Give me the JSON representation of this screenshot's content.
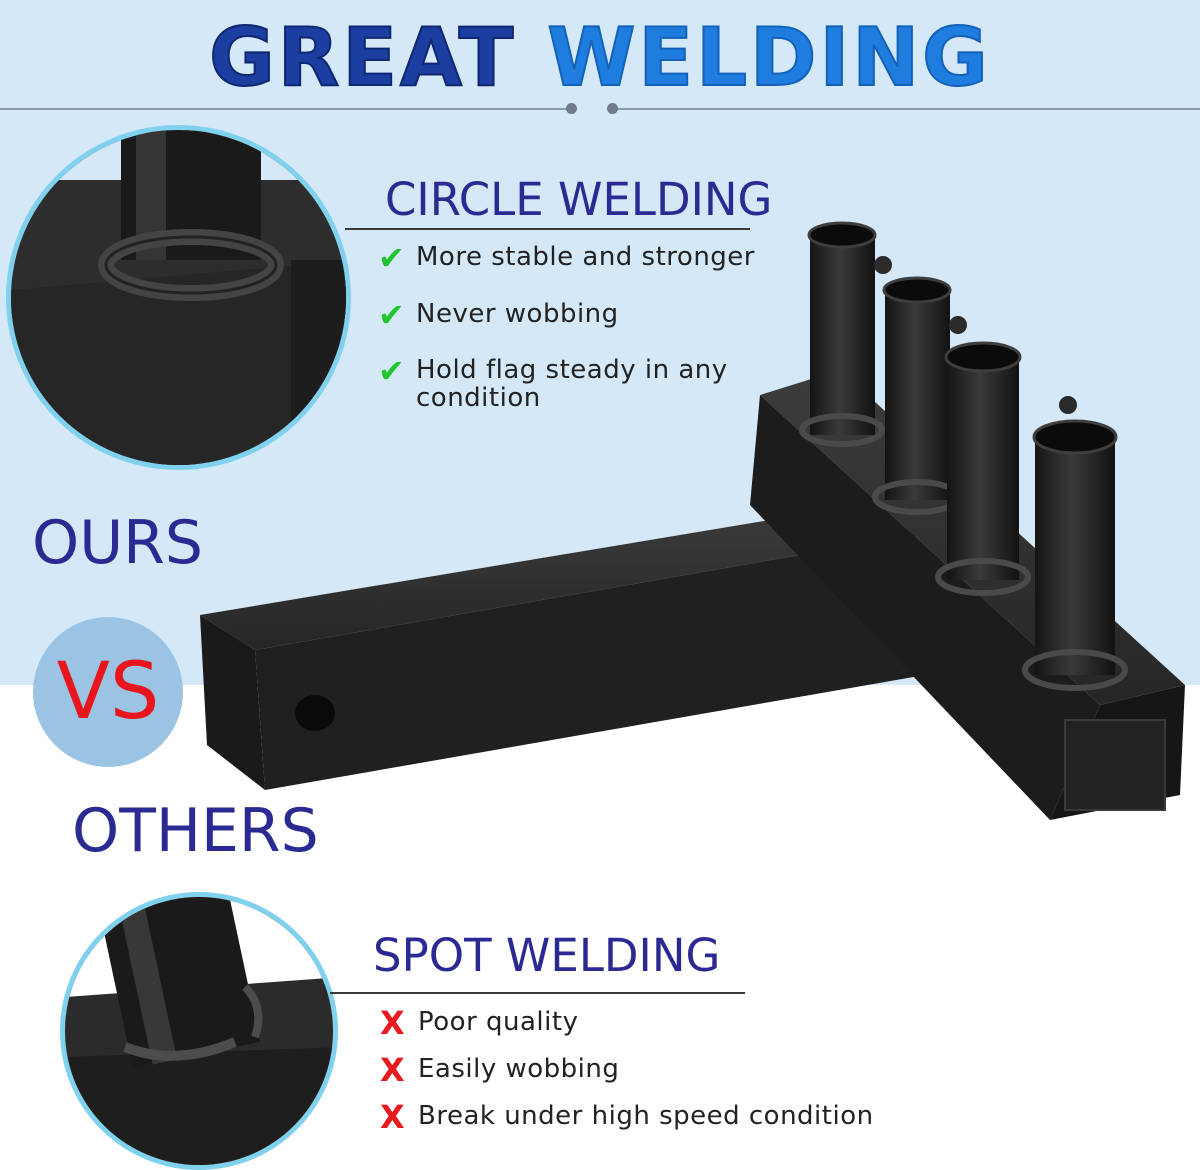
{
  "header": {
    "title_part1": "GREAT",
    "title_part2": "WELDING"
  },
  "comparison": {
    "ours_label": "OURS",
    "vs_label": "VS",
    "others_label": "OTHERS"
  },
  "circle_welding": {
    "title": "CIRCLE WELDING",
    "mark_icon": "check-icon",
    "mark_glyph": "✔",
    "features": [
      "More stable and stronger",
      "Never wobbing",
      "Hold flag steady in any condition"
    ]
  },
  "spot_welding": {
    "title": "SPOT WELDING",
    "mark_icon": "x-icon",
    "mark_glyph": "X",
    "features": [
      "Poor quality",
      "Easily wobbing",
      "Break under high speed condition"
    ]
  },
  "colors": {
    "title_dark_blue": "#1b3ea0",
    "title_light_blue": "#1e7ddf",
    "label_blue": "#2b2a92",
    "vs_red": "#e8161c",
    "check_green": "#1fc52d",
    "x_red": "#e81a20",
    "top_background": "#d4e8f8",
    "zoom_border": "#7fd1ee"
  }
}
